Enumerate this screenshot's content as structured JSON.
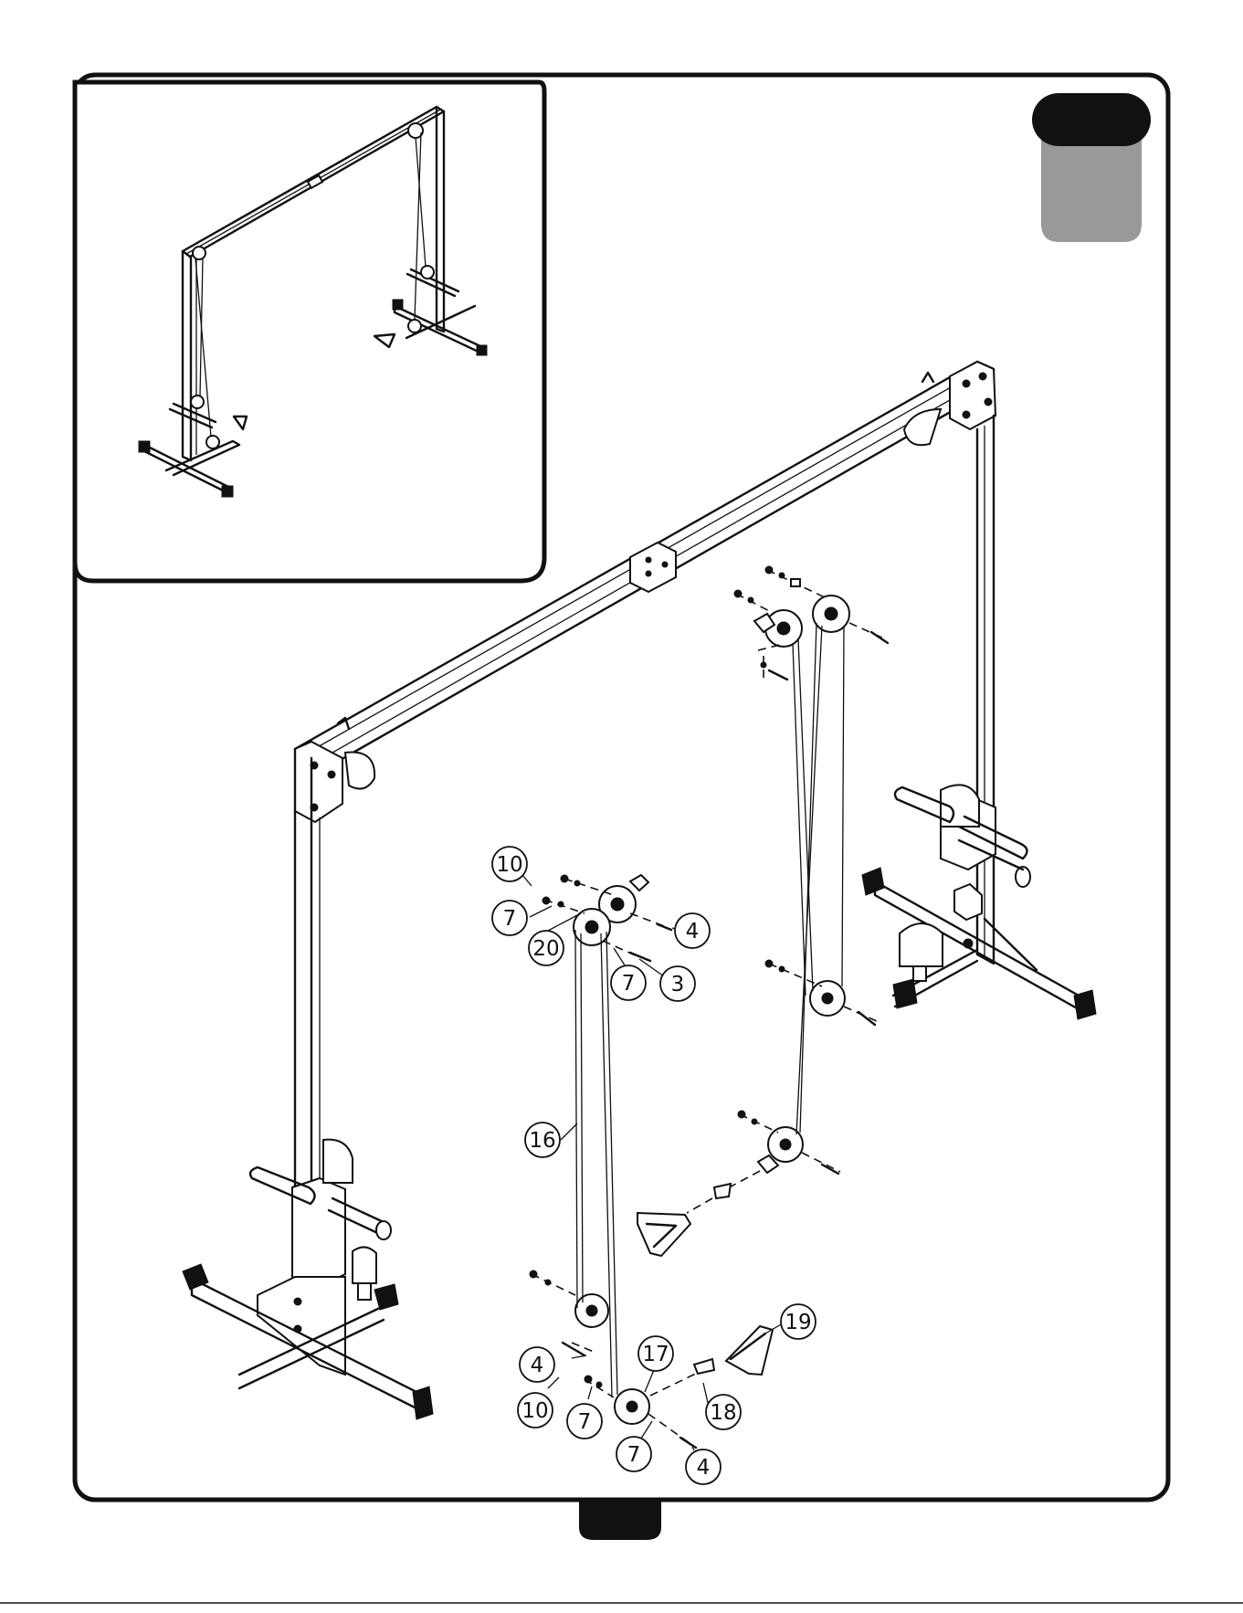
{
  "callouts": [
    {
      "label": "10",
      "cx": 0,
      "cy": 0
    },
    {
      "label": "7"
    },
    {
      "label": "20"
    },
    {
      "label": "4"
    },
    {
      "label": "7"
    },
    {
      "label": "3"
    },
    {
      "label": "16"
    },
    {
      "label": "19"
    },
    {
      "label": "17"
    },
    {
      "label": "4"
    },
    {
      "label": "10"
    },
    {
      "label": "7"
    },
    {
      "label": "18"
    },
    {
      "label": "7"
    },
    {
      "label": "4"
    }
  ]
}
